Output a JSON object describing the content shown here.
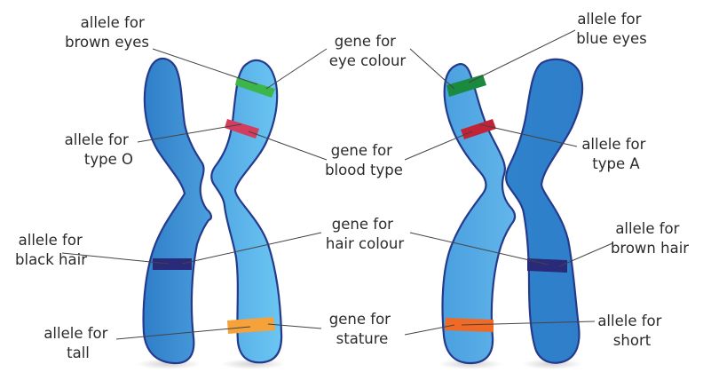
{
  "diagram": {
    "colors": {
      "chromatid_dark": "#2f7ec9",
      "chromatid_light": "#5ab4ea",
      "outline": "#253a8c",
      "leader_line": "#444444",
      "band_green": "#3cb64a",
      "band_dark_green": "#1a8a3e",
      "band_pink": "#d43d5e",
      "band_red": "#c22336",
      "band_navy": "#2a2a7a",
      "band_orange": "#f5a23a",
      "band_orange_red": "#f06a25"
    },
    "labels": {
      "left_allele_eyes": [
        "allele for",
        "brown eyes"
      ],
      "left_allele_blood": [
        "allele for",
        "type O"
      ],
      "left_allele_hair": [
        "allele for",
        "black hair"
      ],
      "left_allele_stature": [
        "allele for",
        "tall"
      ],
      "gene_eye": [
        "gene for",
        "eye colour"
      ],
      "gene_blood": [
        "gene for",
        "blood type"
      ],
      "gene_hair": [
        "gene for",
        "hair colour"
      ],
      "gene_stature": [
        "gene for",
        "stature"
      ],
      "right_allele_eyes": [
        "allele for",
        "blue eyes"
      ],
      "right_allele_blood": [
        "allele for",
        "type A"
      ],
      "right_allele_hair": [
        "allele for",
        "brown hair"
      ],
      "right_allele_stature": [
        "allele for",
        "short"
      ]
    }
  }
}
